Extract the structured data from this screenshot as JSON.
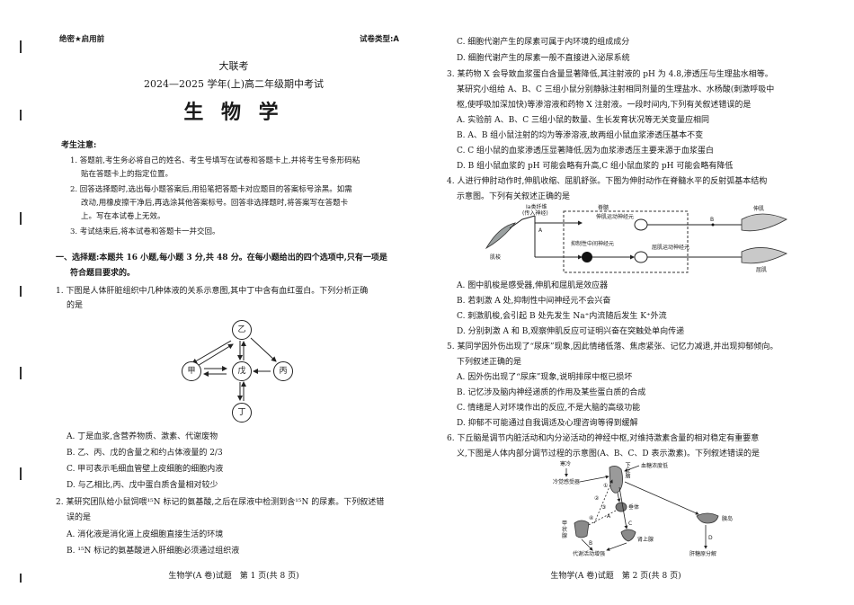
{
  "left": {
    "confidential": "绝密★启用前",
    "paper_type": "试卷类型:A",
    "league": "大联考",
    "exam_title": "2024—2025 学年(上)高二年级期中考试",
    "subject": "生 物 学",
    "notice_title": "考生注意:",
    "notice_lines": [
      "1. 答题前,考生务必将自己的姓名、考生号填写在试卷和答题卡上,并将考生号条形码粘",
      "贴在答题卡上的指定位置。",
      "2. 回答选择题时,选出每小题答案后,用铅笔把答题卡对应题目的答案标号涂黑。如需",
      "改动,用橡皮擦干净后,再选涂其他答案标号。回答非选择题时,将答案写在答题卡",
      "上。写在本试卷上无效。",
      "3. 考试结束后,将本试卷和答题卡一并交回。"
    ],
    "section1_line1": "一、选择题:本题共 16 小题,每小题 3 分,共 48 分。在每小题给出的四个选项中,只有一项是",
    "section1_line2": "符合题目要求的。",
    "q1_line1": "1. 下图是人体肝脏组织中几种体液的关系示意图,其中丁中含有血红蛋白。下列分析正确",
    "q1_line2": "的是",
    "q1_nodes": {
      "yi": "乙",
      "jia": "甲",
      "wu": "戊",
      "bing": "丙",
      "ding": "丁"
    },
    "q1_options": [
      "A. 丁是血浆,含营养物质、激素、代谢废物",
      "B. 乙、丙、戊的含量之和约占体液量的 2/3",
      "C. 甲可表示毛细血管壁上皮细胞的细胞内液",
      "D. 与乙相比,丙、戊中蛋白质含量相对较少"
    ],
    "q2_line1": "2. 某研究团队给小鼠饲喂¹⁵N 标记的氨基酸,之后在尿液中检测到含¹⁵N 的尿素。下列叙述错",
    "q2_line2": "误的是",
    "q2_options": [
      "A. 消化液是消化道上皮细胞直接生活的环境",
      "B. ¹⁵N 标记的氨基酸进入肝细胞必须通过组织液"
    ],
    "footer": "生物学(A 卷)试题　第 1 页(共 8 页)"
  },
  "right": {
    "q2_options_cont": [
      "C. 细胞代谢产生的尿素可属于内环境的组成成分",
      "D. 细胞代谢产生的尿素一般不直接进入泌尿系统"
    ],
    "q3_lines": [
      "3. 某药物 X 会导致血浆蛋白含量显著降低,其注射液的 pH 为 4.8,渗透压与生理盐水相等。",
      "某研究小组给 A、B、C 三组小鼠分别静脉注射相同剂量的生理盐水、水杨酸(刺激呼吸中",
      "枢,使呼吸加深加快)等渗溶液和药物 X 注射液。一段时间内,下列有关叙述错误的是"
    ],
    "q3_options": [
      "A. 实验前 A、B、C 三组小鼠的数量、生长发育状况等无关变量应相同",
      "B. A、B 组小鼠注射的均为等渗溶液,故两组小鼠血浆渗透压基本不变",
      "C. C 组小鼠的血浆渗透压显著降低,因为血浆渗透压主要来源于血浆蛋白",
      "D. B 组小鼠血浆的 pH 可能会略有升高,C 组小鼠血浆的 pH 可能会略有降低"
    ],
    "q4_lines": [
      "4. 人进行伸肘动作时,伸肌收缩、屈肌舒张。下图为伸肘动作在脊髓水平的反射弧基本结构",
      "示意图。下列有关叙述正确的是"
    ],
    "q4_labels": {
      "fiber": "Ia类纤维",
      "afferent": "(传入神经)",
      "spinal": "脊髓",
      "extensor_motor": "伸肌运动神经元",
      "inhibitory": "抑制性中间神经元",
      "flexor_motor": "屈肌运动神经元",
      "extensor": "伸肌",
      "flexor": "屈肌",
      "spindle": "肌梭",
      "a": "A",
      "b": "B"
    },
    "q4_options": [
      "A. 图中肌梭是感受器,伸肌和屈肌是效应器",
      "B. 若刺激 A 处,抑制性中间神经元不会兴奋",
      "C. 刺激肌梭,会引起 B 处先发生 Na⁺内流随后发生 K⁺外流",
      "D. 分别刺激 A 和 B,观察伸肌反应可证明兴奋在突触处单向传递"
    ],
    "q5_lines": [
      "5. 某同学因外伤出现了“尿床”现象,因此情绪低落、焦虑紧张、记忆力减退,并出现抑郁倾向。",
      "下列叙述正确的是"
    ],
    "q5_options": [
      "A. 因外伤出现了“尿床”现象,说明排尿中枢已损坏",
      "B. 记忆涉及脑内神经递质的作用及某些蛋白质的合成",
      "C. 情绪是人对环境作出的反应,不是大脑的高级功能",
      "D. 抑郁不可能通过自我调适及心理咨询等得到缓解"
    ],
    "q6_lines": [
      "6. 下丘脑是调节内脏活动和内分泌活动的神经中枢,对维持激素含量的相对稳定有重要意",
      "义,下图是人体内部分调节过程的示意图(A、B、C、D 表示激素)。下列叙述错误的是"
    ],
    "q6_labels": {
      "cold": "寒冷",
      "receptor": "冷觉感受器",
      "hypothalamus": "下丘脑",
      "glucose_low": "血糖浓度低",
      "pituitary": "垂体",
      "thyroid_1": "甲",
      "thyroid_2": "状",
      "thyroid_3": "腺",
      "adrenal": "肾上腺",
      "pancreas": "胰岛",
      "metabolism": "代谢活动增强",
      "glycogen": "肝糖原分解",
      "c1": "①",
      "c2": "②",
      "c3": "③",
      "c4": "④",
      "ha": "A",
      "hb": "B",
      "hc": "C",
      "hd": "D"
    },
    "footer": "生物学(A 卷)试题　第 2 页(共 8 页)"
  }
}
